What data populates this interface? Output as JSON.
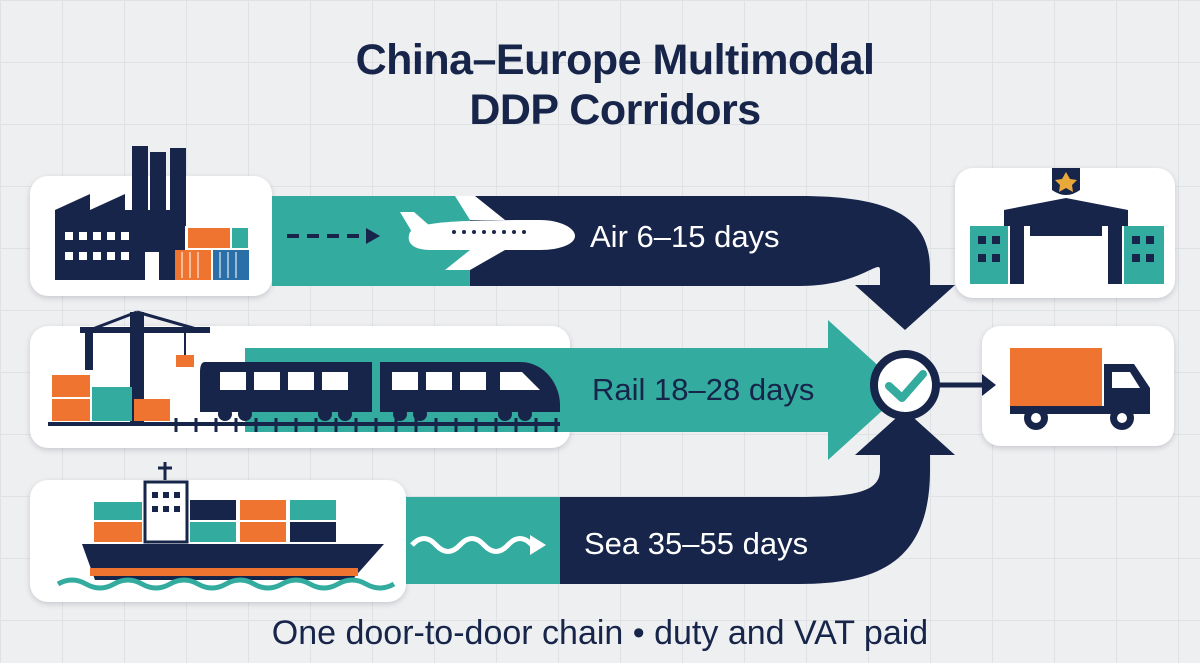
{
  "title": {
    "line1": "China–Europe Multimodal",
    "line2": "DDP Corridors"
  },
  "corridors": [
    {
      "mode": "air",
      "label": "Air 6–15 days"
    },
    {
      "mode": "rail",
      "label": "Rail 18–28 days"
    },
    {
      "mode": "sea",
      "label": "Sea 35–55 days"
    }
  ],
  "footer": "One door-to-door chain • duty and VAT paid",
  "icons": {
    "origin": "factory-icon",
    "air": "airplane-icon",
    "rail": "train-icon",
    "sea": "container-ship-icon",
    "customs": "customs-building-icon",
    "merge": "checkmark-icon",
    "destination": "delivery-truck-icon"
  },
  "colors": {
    "navy": "#17254a",
    "teal": "#33ab9f",
    "orange": "#ef7430",
    "background": "#eeeff0"
  }
}
